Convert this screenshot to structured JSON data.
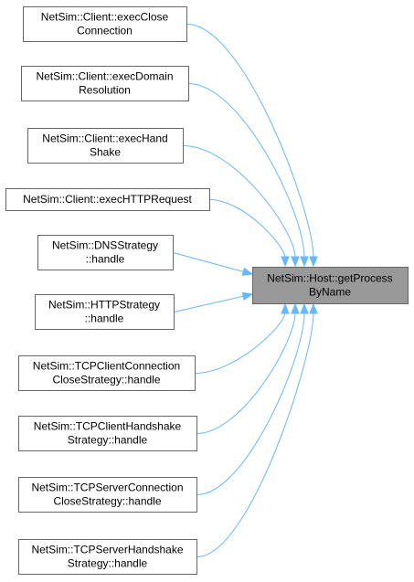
{
  "graph": {
    "root": {
      "lines": [
        "NetSim::Host::getProcess",
        "ByName"
      ]
    },
    "callers": [
      {
        "lines": [
          "NetSim::Client::execClose",
          "Connection"
        ]
      },
      {
        "lines": [
          "NetSim::Client::execDomain",
          "Resolution"
        ]
      },
      {
        "lines": [
          "NetSim::Client::execHand",
          "Shake"
        ]
      },
      {
        "lines": [
          "NetSim::Client::execHTTPRequest"
        ]
      },
      {
        "lines": [
          "NetSim::DNSStrategy",
          "::handle"
        ]
      },
      {
        "lines": [
          "NetSim::HTTPStrategy",
          "::handle"
        ]
      },
      {
        "lines": [
          "NetSim::TCPClientConnection",
          "CloseStrategy::handle"
        ]
      },
      {
        "lines": [
          "NetSim::TCPClientHandshake",
          "Strategy::handle"
        ]
      },
      {
        "lines": [
          "NetSim::TCPServerConnection",
          "CloseStrategy::handle"
        ]
      },
      {
        "lines": [
          "NetSim::TCPServerHandshake",
          "Strategy::handle"
        ]
      }
    ],
    "colors": {
      "edge": "#63b8ff",
      "root_fill": "#999999",
      "node_fill": "#ffffff",
      "node_border": "#666666"
    }
  }
}
